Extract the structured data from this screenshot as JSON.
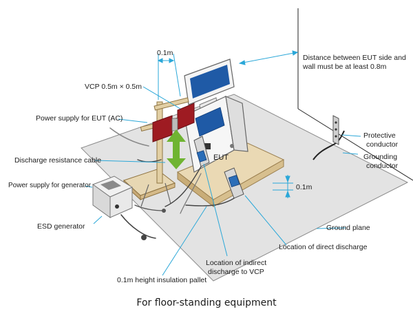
{
  "labels": {
    "dim_01m_top": "0.1m",
    "wall_distance_line1": "Distance between EUT side and",
    "wall_distance_line2": "wall must be at least 0.8m",
    "vcp": "VCP 0.5m × 0.5m",
    "power_supply_eut": "Power supply for EUT (AC)",
    "protective_line1": "Protective",
    "protective_line2": "conductor",
    "grounding_line1": "Grounding",
    "grounding_line2": "conductor",
    "discharge_cable": "Discharge resistance cable",
    "eut": "EUT",
    "power_supply_generator": "Power supply for generator",
    "dim_01m_pallet": "0.1m",
    "esd_generator": "ESD generator",
    "ground_plane": "Ground plane",
    "direct_discharge": "Location of direct discharge",
    "indirect_line1": "Location of indirect",
    "indirect_line2": "discharge to VCP",
    "insulation_pallet": "0.1m height insulation pallet"
  },
  "caption": "For floor-standing equipment",
  "colors": {
    "leader_line": "#2aa7d8",
    "ground_plane": "#e3e3e3",
    "pallet": "#e7d7b3",
    "vcp_red": "#9e1b22",
    "arrow_green": "#6fb432",
    "screen_blue": "#1f5aa6"
  }
}
